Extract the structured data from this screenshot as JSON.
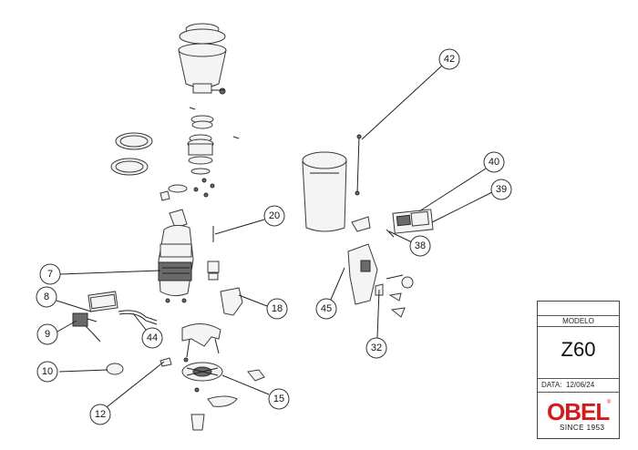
{
  "callouts": [
    "42",
    "40",
    "39",
    "38",
    "20",
    "7",
    "8",
    "9",
    "10",
    "12",
    "15",
    "18",
    "44",
    "45",
    "32"
  ],
  "title_block": {
    "label": "MODELO",
    "model": "Z60",
    "date_label": "DATA:",
    "date": "12/06/24"
  },
  "logo": {
    "name": "OBEL",
    "reg": "®",
    "tagline": "SINCE 1953",
    "color": "#d7191c"
  }
}
